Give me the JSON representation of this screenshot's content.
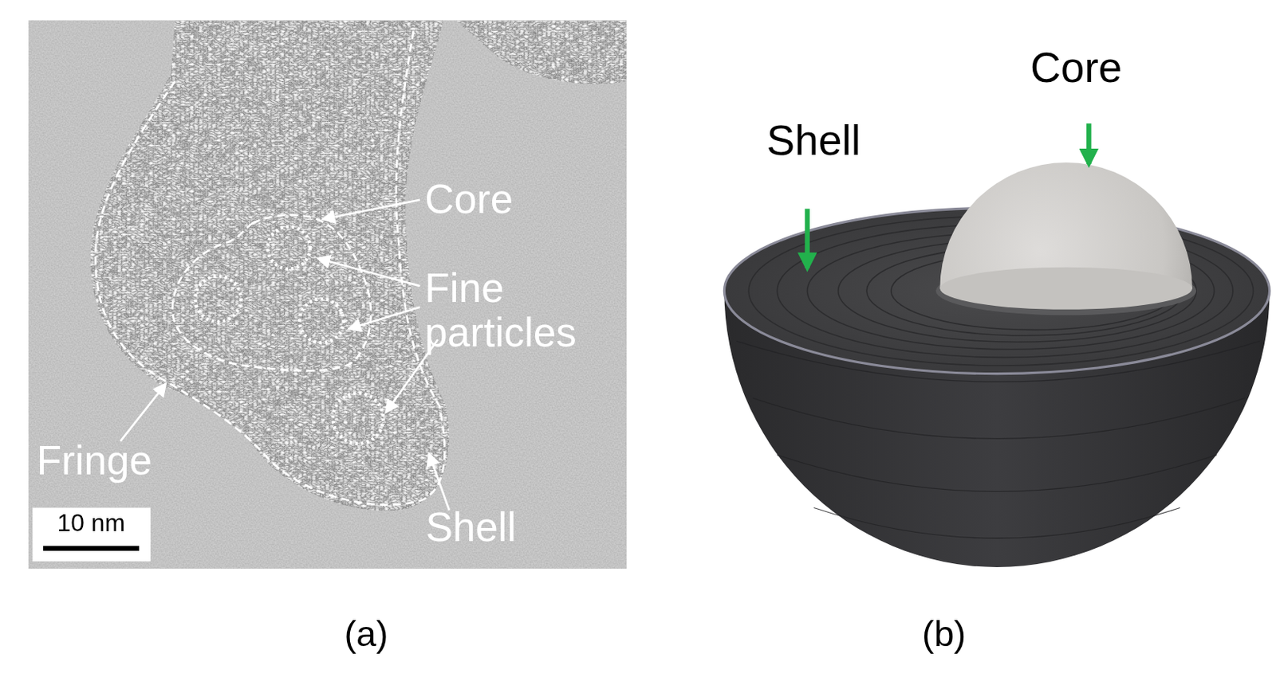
{
  "diagram": {
    "labels": [
      "Core",
      "Fine particles",
      "Fringe",
      "Shell",
      "10 nm",
      "(a)",
      "Core",
      "Shell",
      "(b)"
    ]
  }
}
